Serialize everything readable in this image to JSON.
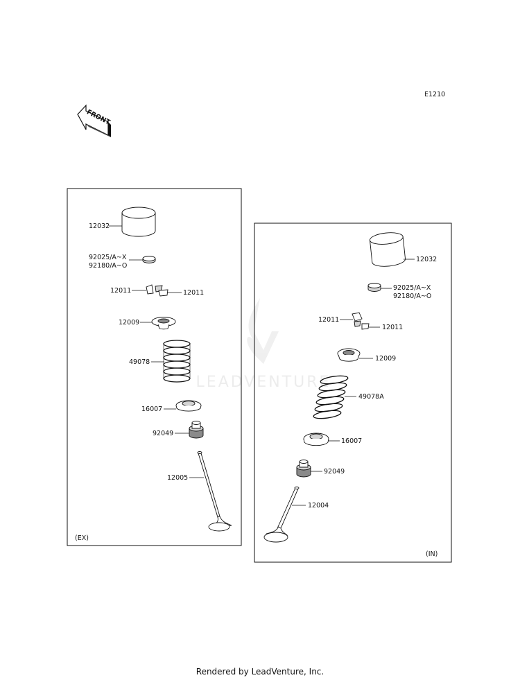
{
  "diagram_code": "E1210",
  "front_label": "FRONT",
  "watermark": "LEADVENTURE",
  "footer": "Rendered by LeadVenture, Inc.",
  "exhaust": {
    "tag": "(EX)",
    "parts": {
      "lifter": "12032",
      "shim_a": "92025/A~X",
      "shim_b": "92180/A~O",
      "cotter_left": "12011",
      "cotter_right": "12011",
      "retainer": "12009",
      "spring": "49078",
      "seat": "16007",
      "stem_seal": "92049",
      "valve": "12005"
    }
  },
  "intake": {
    "tag": "(IN)",
    "parts": {
      "lifter": "12032",
      "shim_a": "92025/A~X",
      "shim_b": "92180/A~O",
      "cotter_left": "12011",
      "cotter_right": "12011",
      "retainer": "12009",
      "spring": "49078A",
      "seat": "16007",
      "stem_seal": "92049",
      "valve": "12004"
    }
  }
}
